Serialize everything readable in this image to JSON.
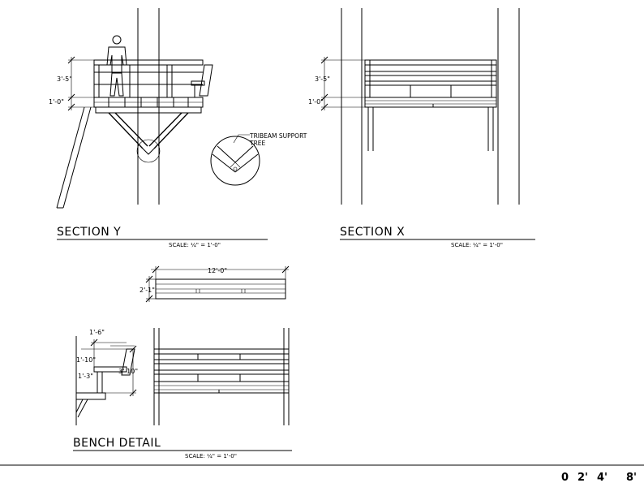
{
  "section_y": {
    "title": "SECTION Y",
    "scale": "SCALE: ¼\" = 1'-0\"",
    "dim_rail": "3'-5\"",
    "dim_floor": "1'-0\"",
    "callout_line1": "TRIBEAM SUPPORT",
    "callout_line2": "TREE"
  },
  "section_x": {
    "title": "SECTION X",
    "scale": "SCALE: ¼\" = 1'-0\"",
    "dim_rail": "3'-5\"",
    "dim_floor": "1'-0\""
  },
  "plan": {
    "dim_width": "12'-0\"",
    "dim_depth": "2'-1\""
  },
  "bench_detail": {
    "title": "BENCH DETAIL",
    "scale": "SCALE: ¼\" = 1'-0\"",
    "dim_seat_depth": "1'-6\"",
    "dim_back": "1'-10\"",
    "dim_seat_height": "1'-3\"",
    "dim_total": "3'-10\""
  },
  "scale_bar": {
    "labels": [
      "0",
      "2'",
      "4'",
      "8'"
    ]
  }
}
